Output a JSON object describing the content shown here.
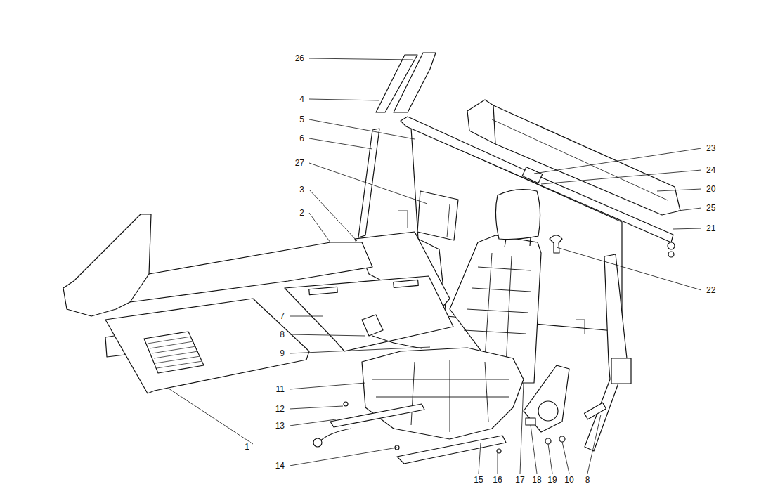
{
  "diagram": {
    "labels": [
      "26",
      "4",
      "5",
      "6",
      "27",
      "3",
      "2",
      "23",
      "24",
      "20",
      "25",
      "21",
      "22",
      "7",
      "8",
      "9",
      "11",
      "12",
      "13",
      "1",
      "14",
      "15",
      "16",
      "17",
      "18",
      "19",
      "10",
      "8"
    ]
  }
}
